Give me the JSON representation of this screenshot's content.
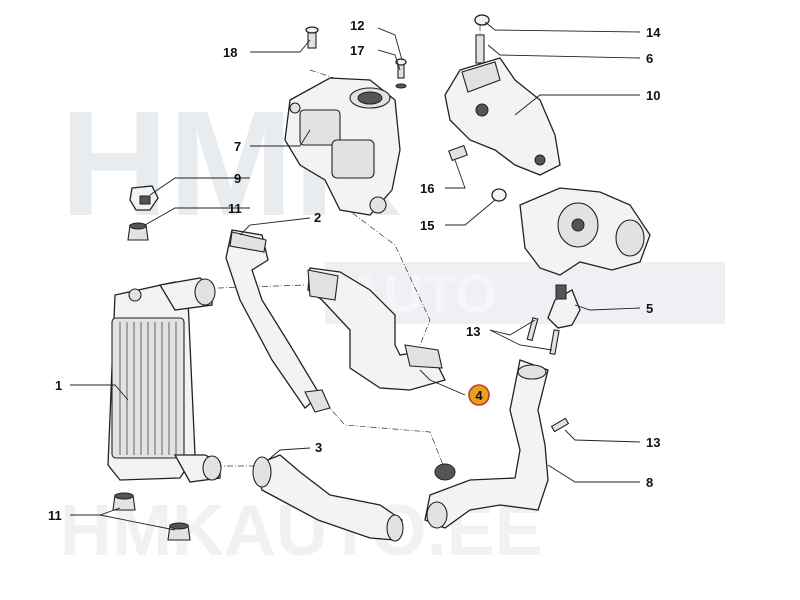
{
  "watermark": {
    "brand_top": "HMK",
    "brand_sub": "AUTO",
    "site": "HMKAUTO.EE",
    "accent_color": "#e8a020"
  },
  "callouts": [
    {
      "id": "c18",
      "text": "18"
    },
    {
      "id": "c12",
      "text": "12"
    },
    {
      "id": "c17",
      "text": "17"
    },
    {
      "id": "c14",
      "text": "14"
    },
    {
      "id": "c6",
      "text": "6"
    },
    {
      "id": "c10",
      "text": "10"
    },
    {
      "id": "c7",
      "text": "7"
    },
    {
      "id": "c9",
      "text": "9"
    },
    {
      "id": "c11a",
      "text": "11"
    },
    {
      "id": "c2",
      "text": "2"
    },
    {
      "id": "c16",
      "text": "16"
    },
    {
      "id": "c15",
      "text": "15"
    },
    {
      "id": "c5",
      "text": "5"
    },
    {
      "id": "c13a",
      "text": "13"
    },
    {
      "id": "c4",
      "text": "4",
      "highlighted": true
    },
    {
      "id": "c1",
      "text": "1"
    },
    {
      "id": "c3",
      "text": "3"
    },
    {
      "id": "c13b",
      "text": "13"
    },
    {
      "id": "c8",
      "text": "8"
    },
    {
      "id": "c11b",
      "text": "11"
    }
  ]
}
